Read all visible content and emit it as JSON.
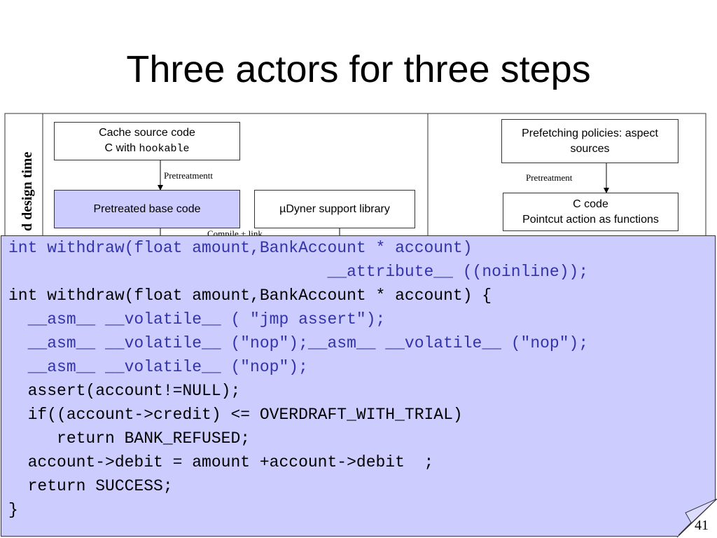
{
  "slide": {
    "title": "Three actors for three steps",
    "side_label": "d design time",
    "page_number": "41"
  },
  "diagram": {
    "left": {
      "box_cache_line1": "Cache source code",
      "box_cache_line2_prefix": "C with ",
      "box_cache_line2_code": "hookable",
      "arrow_label_1": "Pretreatmentt",
      "box_pretreated": "Pretreated base code",
      "box_support": "µDyner support library",
      "hidden_label": "Compile + link"
    },
    "right": {
      "box_policies": "Prefetching policies: aspect sources",
      "arrow_label": "Pretreatment",
      "box_ccode_line1": "C code",
      "box_ccode_line2": "Pointcut action as functions"
    }
  },
  "code": {
    "lines": [
      {
        "indent": "",
        "text": "int withdraw(float amount,BankAccount * account)",
        "style": "blue"
      },
      {
        "indent": "                                 ",
        "text": "__attribute__ ((noinline));",
        "style": "blue"
      },
      {
        "indent": "",
        "text": "int withdraw(float amount,BankAccount * account) {",
        "style": "black"
      },
      {
        "indent": "  ",
        "text": "__asm__ __volatile__ ( \"jmp assert\");",
        "style": "blue"
      },
      {
        "indent": "  ",
        "text": "__asm__ __volatile__ (\"nop\");__asm__ __volatile__ (\"nop\");",
        "style": "blue"
      },
      {
        "indent": "  ",
        "text": "__asm__ __volatile__ (\"nop\");",
        "style": "blue"
      },
      {
        "indent": "  ",
        "text": "assert(account!=NULL);",
        "style": "black"
      },
      {
        "indent": "  ",
        "text": "if((account->credit) <= OVERDRAFT_WITH_TRIAL)",
        "style": "black"
      },
      {
        "indent": "     ",
        "text": "return BANK_REFUSED;",
        "style": "black"
      },
      {
        "indent": "  ",
        "text": "account->debit = amount +account->debit  ;",
        "style": "black"
      },
      {
        "indent": "  ",
        "text": "return SUCCESS;",
        "style": "black"
      },
      {
        "indent": "",
        "text": "}",
        "style": "black"
      }
    ]
  }
}
